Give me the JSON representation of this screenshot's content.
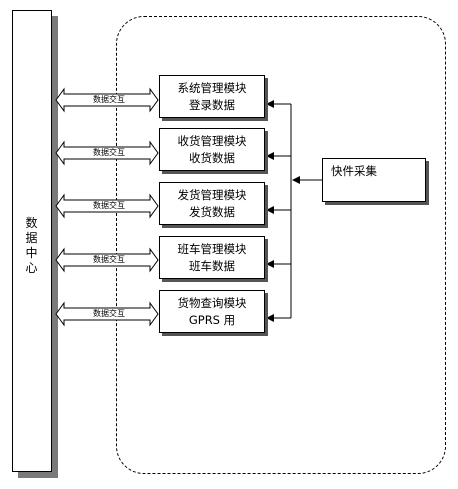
{
  "data_center": {
    "chars": [
      "数",
      "据",
      "中",
      "心"
    ]
  },
  "exchange_label": "数据交互",
  "modules": [
    {
      "line1": "系统管理模块",
      "line2": "登录数据"
    },
    {
      "line1": "收货管理模块",
      "line2": "收货数据"
    },
    {
      "line1": "发货管理模块",
      "line2": "发货数据"
    },
    {
      "line1": "班车管理模块",
      "line2": "班车数据"
    },
    {
      "line1": "货物查询模块",
      "line2": "GPRS 用"
    }
  ],
  "collector": {
    "label": "快件采集"
  }
}
